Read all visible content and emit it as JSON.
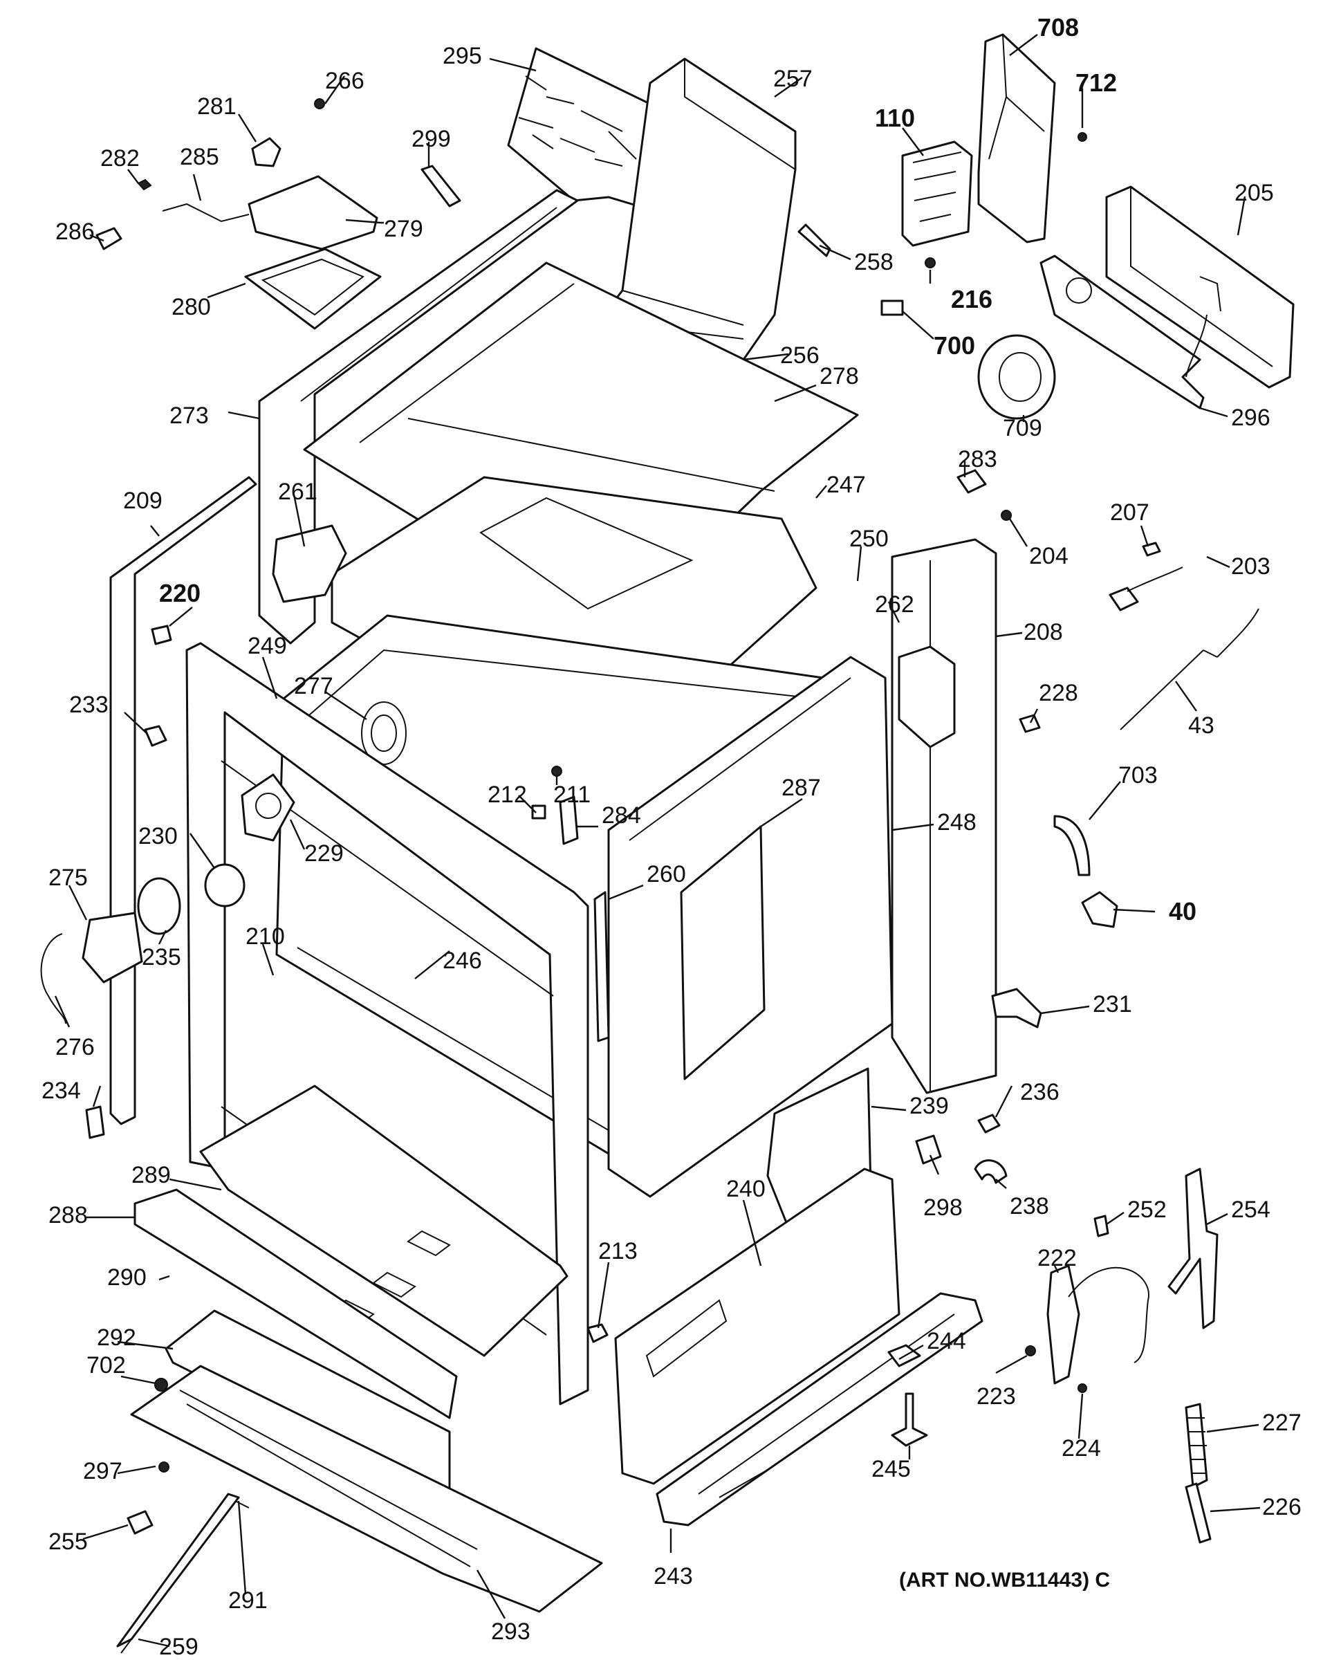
{
  "art_no": "(ART NO.WB11443) C",
  "labels": [
    {
      "id": "295",
      "text": "295"
    },
    {
      "id": "266",
      "text": "266"
    },
    {
      "id": "257",
      "text": "257"
    },
    {
      "id": "708",
      "text": "708",
      "bold": true
    },
    {
      "id": "712",
      "text": "712",
      "bold": true
    },
    {
      "id": "110",
      "text": "110",
      "bold": true
    },
    {
      "id": "281",
      "text": "281"
    },
    {
      "id": "299",
      "text": "299"
    },
    {
      "id": "282",
      "text": "282"
    },
    {
      "id": "285",
      "text": "285"
    },
    {
      "id": "279",
      "text": "279"
    },
    {
      "id": "286",
      "text": "286"
    },
    {
      "id": "280",
      "text": "280"
    },
    {
      "id": "205",
      "text": "205"
    },
    {
      "id": "258",
      "text": "258"
    },
    {
      "id": "216",
      "text": "216",
      "bold": true
    },
    {
      "id": "700",
      "text": "700",
      "bold": true
    },
    {
      "id": "256",
      "text": "256"
    },
    {
      "id": "278",
      "text": "278"
    },
    {
      "id": "709",
      "text": "709"
    },
    {
      "id": "296",
      "text": "296"
    },
    {
      "id": "273",
      "text": "273"
    },
    {
      "id": "283",
      "text": "283"
    },
    {
      "id": "247",
      "text": "247"
    },
    {
      "id": "209",
      "text": "209"
    },
    {
      "id": "261",
      "text": "261"
    },
    {
      "id": "250",
      "text": "250"
    },
    {
      "id": "204",
      "text": "204"
    },
    {
      "id": "207",
      "text": "207"
    },
    {
      "id": "203",
      "text": "203"
    },
    {
      "id": "220",
      "text": "220",
      "bold": true
    },
    {
      "id": "262",
      "text": "262"
    },
    {
      "id": "208",
      "text": "208"
    },
    {
      "id": "249",
      "text": "249"
    },
    {
      "id": "277",
      "text": "277"
    },
    {
      "id": "228",
      "text": "228"
    },
    {
      "id": "43",
      "text": "43"
    },
    {
      "id": "233",
      "text": "233"
    },
    {
      "id": "703",
      "text": "703"
    },
    {
      "id": "211",
      "text": "211"
    },
    {
      "id": "212",
      "text": "212"
    },
    {
      "id": "284",
      "text": "284"
    },
    {
      "id": "287",
      "text": "287"
    },
    {
      "id": "230",
      "text": "230"
    },
    {
      "id": "248",
      "text": "248"
    },
    {
      "id": "229",
      "text": "229"
    },
    {
      "id": "275",
      "text": "275"
    },
    {
      "id": "260",
      "text": "260"
    },
    {
      "id": "40",
      "text": "40",
      "bold": true
    },
    {
      "id": "210",
      "text": "210"
    },
    {
      "id": "246",
      "text": "246"
    },
    {
      "id": "235",
      "text": "235"
    },
    {
      "id": "231",
      "text": "231"
    },
    {
      "id": "276",
      "text": "276"
    },
    {
      "id": "234",
      "text": "234"
    },
    {
      "id": "236",
      "text": "236"
    },
    {
      "id": "239",
      "text": "239"
    },
    {
      "id": "289",
      "text": "289"
    },
    {
      "id": "298",
      "text": "298"
    },
    {
      "id": "238",
      "text": "238"
    },
    {
      "id": "288",
      "text": "288"
    },
    {
      "id": "240",
      "text": "240"
    },
    {
      "id": "252",
      "text": "252"
    },
    {
      "id": "254",
      "text": "254"
    },
    {
      "id": "222",
      "text": "222"
    },
    {
      "id": "290",
      "text": "290"
    },
    {
      "id": "213",
      "text": "213"
    },
    {
      "id": "292",
      "text": "292"
    },
    {
      "id": "244",
      "text": "244"
    },
    {
      "id": "702",
      "text": "702"
    },
    {
      "id": "223",
      "text": "223"
    },
    {
      "id": "227",
      "text": "227"
    },
    {
      "id": "224",
      "text": "224"
    },
    {
      "id": "297",
      "text": "297"
    },
    {
      "id": "245",
      "text": "245"
    },
    {
      "id": "255",
      "text": "255"
    },
    {
      "id": "226",
      "text": "226"
    },
    {
      "id": "291",
      "text": "291"
    },
    {
      "id": "243",
      "text": "243"
    },
    {
      "id": "259",
      "text": "259"
    },
    {
      "id": "293",
      "text": "293"
    }
  ]
}
